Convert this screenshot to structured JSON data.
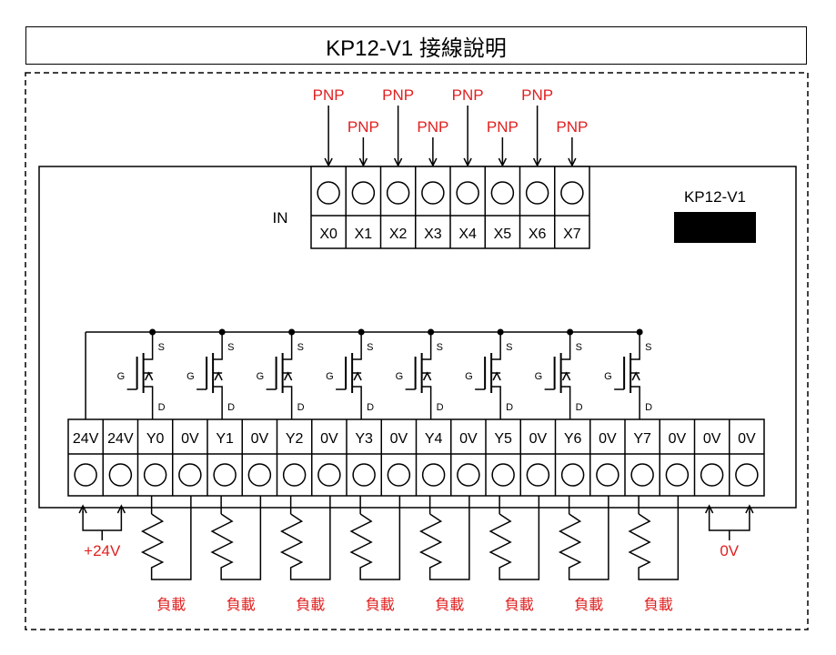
{
  "title": "KP12-V1 接線說明",
  "model_label": "KP12-V1",
  "in_label": "IN",
  "input_signal": "PNP",
  "inputs": [
    "X0",
    "X1",
    "X2",
    "X3",
    "X4",
    "X5",
    "X6",
    "X7"
  ],
  "outputs": [
    "24V",
    "24V",
    "Y0",
    "0V",
    "Y1",
    "0V",
    "Y2",
    "0V",
    "Y3",
    "0V",
    "Y4",
    "0V",
    "Y5",
    "0V",
    "Y6",
    "0V",
    "Y7",
    "0V",
    "0V",
    "0V"
  ],
  "mosfet_labels": {
    "source": "S",
    "gate": "G",
    "drain": "D"
  },
  "supply_positive": "+24V",
  "supply_zero": "0V",
  "load_label": "負載",
  "colors": {
    "line": "#000000",
    "annotation": "#e02020",
    "background": "#ffffff"
  }
}
